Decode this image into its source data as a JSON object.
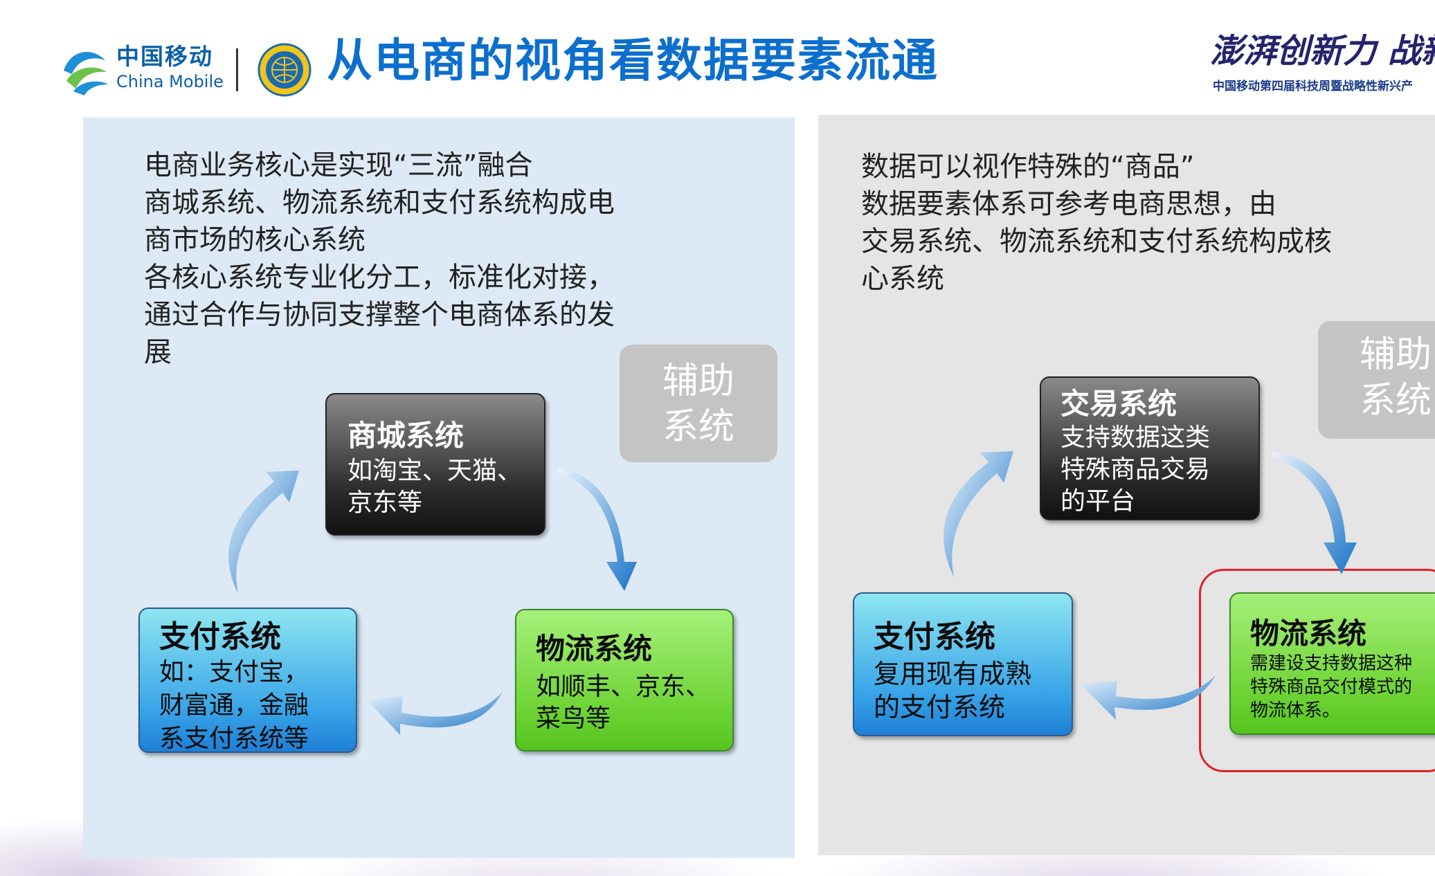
{
  "header": {
    "brand_cn": "中国移动",
    "brand_en": "China Mobile",
    "title": "从电商的视角看数据要素流通",
    "slogan": "澎湃创新力 战新",
    "slogan_sub": "中国移动第四届科技周暨战略性新兴产"
  },
  "left": {
    "text_lines": [
      "电商业务核心是实现“三流”融合",
      "商城系统、物流系统和支付系统构成电",
      "商市场的核心系统",
      "各核心系统专业化分工，标准化对接，",
      "通过合作与协同支撑整个电商体系的发",
      "展"
    ],
    "aux_line1": "辅助",
    "aux_line2": "系统",
    "mall": {
      "title": "商城系统",
      "desc1": "如淘宝、天猫、",
      "desc2": "京东等"
    },
    "logistics": {
      "title": "物流系统",
      "desc1": "如顺丰、京东、",
      "desc2": "菜鸟等"
    },
    "payment": {
      "title": "支付系统",
      "desc1": "如：支付宝，",
      "desc2": "财富通，金融",
      "desc3": "系支付系统等"
    }
  },
  "right": {
    "text_lines": [
      "数据可以视作特殊的“商品”",
      "数据要素体系可参考电商思想，由",
      "交易系统、物流系统和支付系统构成核",
      "心系统"
    ],
    "aux_line1": "辅助",
    "aux_line2": "系统",
    "trade": {
      "title": "交易系统",
      "desc1": "支持数据这类",
      "desc2": "特殊商品交易",
      "desc3": "的平台"
    },
    "payment": {
      "title": "支付系统",
      "desc1": "复用现有成熟",
      "desc2": "的支付系统"
    },
    "logistics": {
      "title": "物流系统",
      "desc1": "需建设支持数据这种",
      "desc2": "特殊商品交付模式的",
      "desc3": "物流体系。"
    }
  },
  "colors": {
    "title_blue": "#0c6fcd",
    "left_panel": "#dde9f5",
    "right_panel": "#e5e5e5",
    "arrow_blue": "#1a74c8",
    "highlight_red": "#e0202a"
  }
}
